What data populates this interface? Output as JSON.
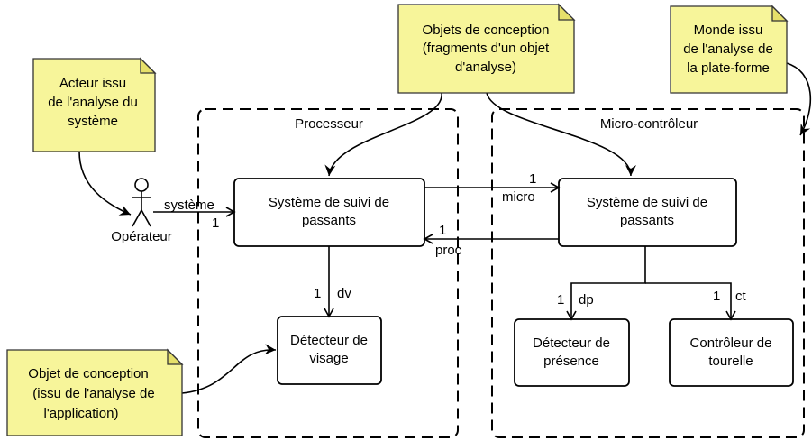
{
  "notes": {
    "design_objects": [
      "Objets de conception",
      "(fragments d'un objet",
      "d'analyse)"
    ],
    "platform_world": [
      "Monde issu",
      "de l'analyse de",
      "la plate-forme"
    ],
    "system_actor": [
      "Acteur issu",
      "de l'analyse du",
      "système"
    ],
    "design_object_app": [
      "Objet de conception",
      "(issu de l'analyse de",
      "l'application)"
    ]
  },
  "containers": {
    "processor": "Processeur",
    "microcontroller": "Micro-contrôleur"
  },
  "actor": {
    "label": "Opérateur"
  },
  "classes": {
    "tracking_processor": [
      "Système de suivi de",
      "passants"
    ],
    "tracking_micro": [
      "Système de suivi de",
      "passants"
    ],
    "face_detector": [
      "Détecteur de",
      "visage"
    ],
    "presence_detector": [
      "Détecteur de",
      "présence"
    ],
    "turret_controller": [
      "Contrôleur de",
      "tourelle"
    ]
  },
  "associations": {
    "system": {
      "role": "système",
      "mult": "1"
    },
    "micro": {
      "role": "micro",
      "mult": "1"
    },
    "proc": {
      "role": "proc",
      "mult": "1"
    },
    "dv": {
      "role": "dv",
      "mult": "1"
    },
    "dp": {
      "role": "dp",
      "mult": "1"
    },
    "ct": {
      "role": "ct",
      "mult": "1"
    }
  }
}
